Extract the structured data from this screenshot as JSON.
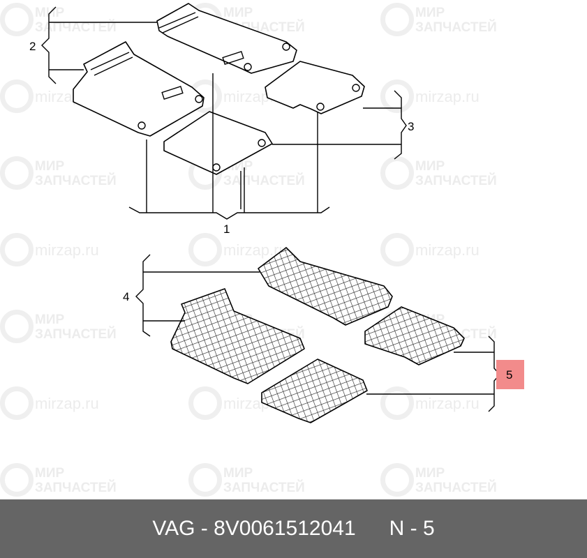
{
  "watermark": {
    "line1": "МИР",
    "line2": "ЗАПЧАСТЕЙ",
    "site": "mirzap.ru"
  },
  "callouts": {
    "c1": "1",
    "c2": "2",
    "c3": "3",
    "c4": "4",
    "c5": "5"
  },
  "highlight_color": "#f28b8b",
  "footer": {
    "part": "VAG - 8V0061512041",
    "ref": "N - 5"
  }
}
